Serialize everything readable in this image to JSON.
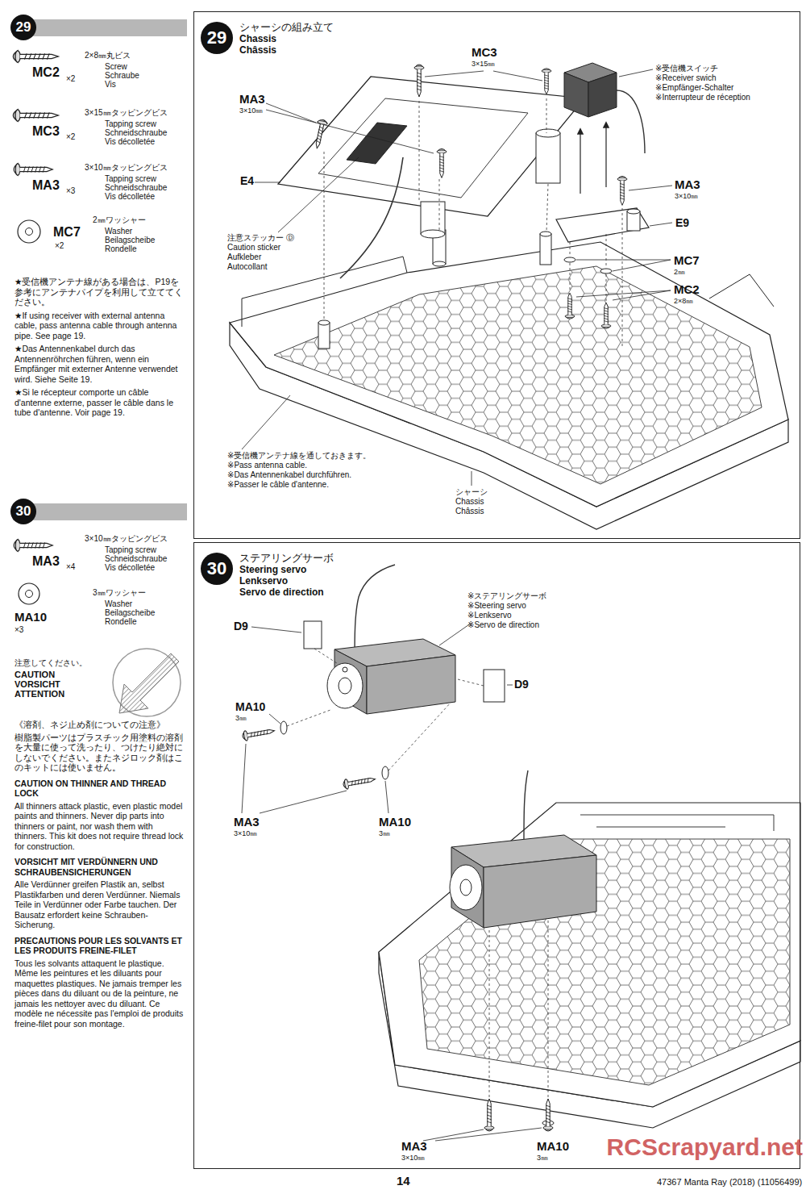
{
  "diagram": {
    "nodes": [
      {
        "text": [
          "29"
        ]
      },
      {
        "text": [
          "シャーシの組み立て",
          "Chassis",
          "Châssis"
        ]
      },
      {
        "text": [
          "29"
        ],
        "in": 1
      },
      {
        "text": [
          "30"
        ]
      },
      {
        "text": [
          "ステアリングサーボ",
          "Steering servo",
          "Lenkservo",
          "Servo de direction"
        ]
      },
      {
        "text": [
          "30"
        ],
        "in": 4
      }
    ],
    "labels": [
      "2×8㎜丸ビス",
      "Screw",
      "Schraube",
      "Vis",
      "MC2",
      "×2",
      "3×15㎜タッピングビス",
      "Tapping screw",
      "Schneidschraube",
      "Vis décolletée",
      "MC3",
      "×2",
      "3×10㎜タッピングビス",
      "Tapping screw",
      "Schneidschraube",
      "Vis décolletée",
      "MA3",
      "×3",
      "2㎜ワッシャー",
      "Washer",
      "Beilagscheibe",
      "Rondelle",
      "MC7",
      "×2",
      "★受信機アンテナ線がある場合は、P19を参考にアンテナパイプを利用して立ててください。",
      "★If using receiver with external antenna cable, pass antenna cable through antenna pipe. See page 19.",
      "★Das Antennenkabel durch das Antennenröhrchen führen, wenn ein Empfänger mit externer Antenne verwendet wird. Siehe Seite 19.",
      "★Si le récepteur comporte un câble d'antenne externe, passer le câble dans le tube d'antenne. Voir page 19.",
      "MC3",
      "3×15㎜",
      "MA3",
      "3×10㎜",
      "E4",
      "注意ステッカー Ⓓ",
      "Caution sticker",
      "Aufkleber",
      "Autocollant",
      "※受信機スイッチ",
      "※Receiver swich",
      "※Empfänger-Schalter",
      "※Interrupteur de réception",
      "MA3",
      "3×10㎜",
      "E9",
      "MC7",
      "2㎜",
      "MC2",
      "2×8㎜",
      "※受信機アンテナ線を通しておきます。",
      "※Pass antenna cable.",
      "※Das Antennenkabel durchführen.",
      "※Passer le câble d'antenne.",
      "シャーシ",
      "Chassis",
      "Châssis",
      "3×10㎜タッピングビス",
      "Tapping screw",
      "Schneidschraube",
      "Vis décolletée",
      "MA3",
      "×4",
      "3㎜ワッシャー",
      "Washer",
      "Beilagscheibe",
      "Rondelle",
      "MA10",
      "×3",
      "注意してください。",
      "CAUTION",
      "VORSICHT",
      "ATTENTION",
      "《溶剤、ネジ止め剤についての注意》",
      "樹脂製パーツはプラスチック用塗料の溶剤を大量に使って洗ったり、つけたり絶対にしないでください。またネジロック剤はこのキットには使いません。",
      "CAUTION ON THINNER AND THREAD LOCK",
      "All thinners attack plastic, even plastic model paints and thinners. Never dip parts into thinners or paint, nor wash them with thinners. This kit does not require thread lock for construction.",
      "VORSICHT MIT VERDÜNNERN UND SCHRAUBENSICHERUNGEN",
      "Alle Verdünner greifen Plastik an, selbst Plastikfarben und deren Verdünner. Niemals Teile in Verdünner oder Farbe tauchen. Der Bausatz erfordert keine Schrauben-Sicherung.",
      "PRECAUTIONS POUR LES SOLVANTS ET LES PRODUITS FREINE-FILET",
      "Tous les solvants attaquent le plastique. Même les peintures et les diluants pour maquettes plastiques. Ne jamais tremper les pièces dans du diluant ou de la peinture, ne jamais les nettoyer avec du diluant. Ce modèle ne nécessite pas l'emploi de produits freine-filet pour son montage.",
      "D9",
      "※ステアリングサーボ",
      "※Steering servo",
      "※Lenkservo",
      "※Servo de direction",
      "D9",
      "MA10",
      "3㎜",
      "MA3",
      "3×10㎜",
      "MA10",
      "3㎜",
      "MA3",
      "3×10㎜",
      "MA10",
      "3㎜",
      "14",
      "47367 Manta Ray (2018) (11056499)",
      "RCScrapyard.net"
    ]
  }
}
